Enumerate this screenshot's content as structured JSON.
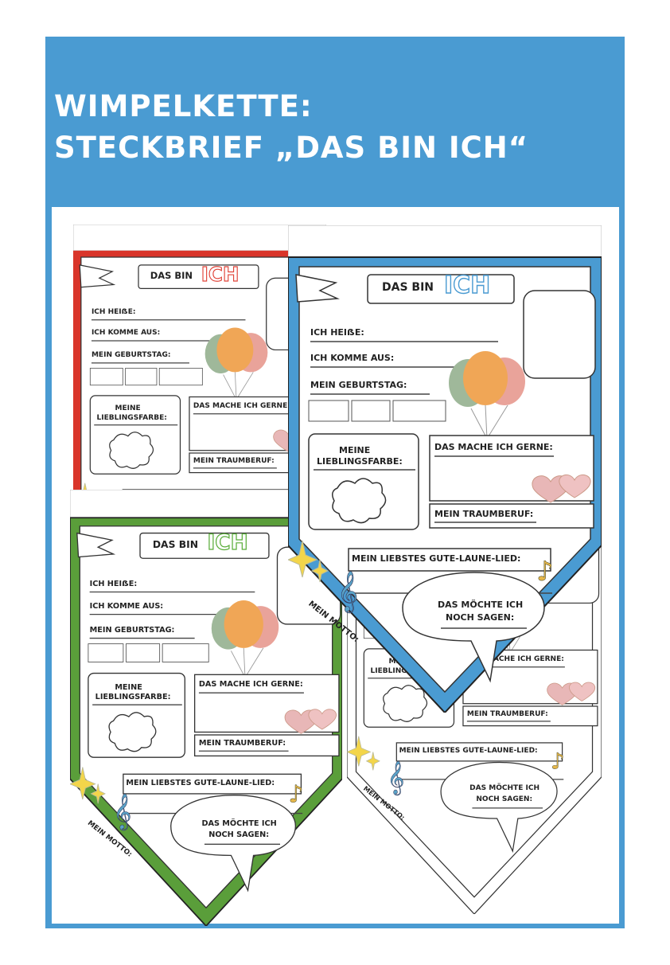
{
  "header": {
    "line1": "WIMPELKETTE:",
    "line2": "STECKBRIEF „DAS BIN ICH“"
  },
  "pennant": {
    "title_prefix": "DAS BIN",
    "title_emph": "ICH",
    "name": "ICH HEIẞE:",
    "origin": "ICH KOMME AUS:",
    "birthday": "MEIN GEBURTSTAG:",
    "fav_color": "MEINE LIEBLINGSFARBE:",
    "fav_color_1": "MEINE",
    "fav_color_2": "LIEBLINGSFARBE:",
    "hobby": "DAS MACHE ICH GERNE:",
    "dream_job": "MEIN TRAUMBERUF:",
    "song": "MEIN LIEBSTES GUTE-LAUNE-LIED:",
    "motto": "MEIN MOTTO:",
    "say_1": "DAS MÖCHTE ICH",
    "say_2": "NOCH SAGEN:"
  },
  "colors": {
    "red": "#d9352a",
    "blue": "#4a9bd2",
    "green": "#5a9e3a",
    "white": "#ffffff",
    "ich_red": "#e0453a",
    "ich_blue": "#4a9bd2",
    "ich_green": "#5aad3a",
    "ich_white": "#555555"
  },
  "pennants": [
    {
      "id": "red",
      "color": "red"
    },
    {
      "id": "white",
      "color": "white"
    },
    {
      "id": "green",
      "color": "green"
    },
    {
      "id": "blue",
      "color": "blue"
    }
  ]
}
